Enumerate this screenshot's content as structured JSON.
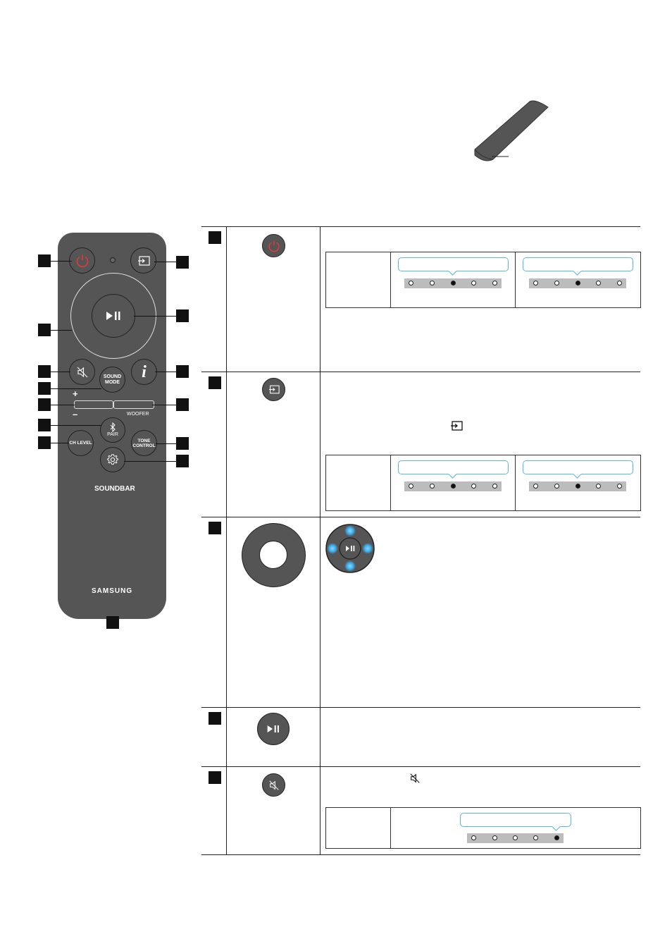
{
  "remote": {
    "brand": "SAMSUNG",
    "product": "SOUNDBAR",
    "buttons": {
      "sound_mode_line1": "SOUND",
      "sound_mode_line2": "MODE",
      "plus": "+",
      "minus": "–",
      "woofer": "WOOFER",
      "pair": "PAIR",
      "ch_level": "CH LEVEL",
      "tone_line1": "TONE",
      "tone_line2": "CONTROL",
      "info": "i"
    }
  },
  "colors": {
    "remote_body": "#555555",
    "power_red": "#e23a3a",
    "bubble_blue": "#5ab8df",
    "glow_blue": "#3ab0f0",
    "led_strip": "#bcbcbc"
  },
  "icons": {
    "power": "power-icon",
    "source": "source-icon",
    "play_pause": "play-pause-icon",
    "mute": "mute-icon",
    "settings": "gear-icon",
    "bluetooth": "bluetooth-icon"
  },
  "led_indicators": {
    "row1_left_on_index": 2,
    "row1_right_on_index": 2,
    "row2_left_on_index": 2,
    "row2_right_on_index": 2,
    "row5_on_index": 4
  }
}
